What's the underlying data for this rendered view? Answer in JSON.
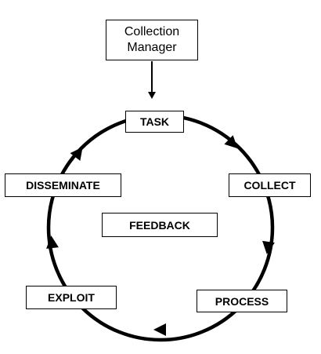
{
  "diagram": {
    "manager": {
      "line1": "Collection",
      "line2": "Manager"
    },
    "stages": {
      "task": "TASK",
      "collect": "COLLECT",
      "process": "PROCESS",
      "exploit": "EXPLOIT",
      "disseminate": "DISSEMINATE"
    },
    "center": "FEEDBACK",
    "colors": {
      "line": "#000000",
      "box_fill": "#ffffff",
      "text": "#000000"
    },
    "icons": [
      "down-arrow-icon",
      "cycle-arrow-icon"
    ]
  }
}
